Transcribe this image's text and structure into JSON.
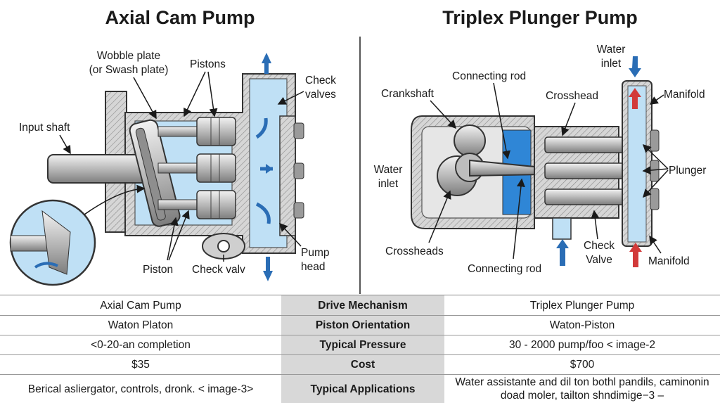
{
  "titles": {
    "left": "Axial Cam Pump",
    "right": "Triplex Plunger Pump"
  },
  "axial_labels": {
    "wobble_plate": [
      "Wobble plate",
      "(or Swash plate)"
    ],
    "pistons": "Pistons",
    "check_valves": [
      "Check",
      "valves"
    ],
    "input_shaft": "Input shaft",
    "piston": "Piston",
    "check_valv": "Check valv",
    "pump_head": [
      "Pump",
      "head"
    ]
  },
  "triplex_labels": {
    "water_inlet_top": [
      "Water",
      "inlet"
    ],
    "connecting_rod_top": "Connecting rod",
    "crankshaft": "Crankshaft",
    "crosshead": "Crosshead",
    "manifold_top": "Manifold",
    "water_inlet_left": [
      "Water",
      "inlet"
    ],
    "plunger": "Plunger",
    "crossheads": "Crossheads",
    "check_valve": [
      "Check",
      "Valve"
    ],
    "connecting_rod_bottom": "Connecting rod",
    "manifold_bottom": "Manifold"
  },
  "colors": {
    "fluid": "#bfe0f5",
    "arrow_blue": "#2a6db5",
    "arrow_red": "#d23a3a",
    "housing_gray": "#cfcfcf",
    "header_cell_gray": "#d8d8d8"
  },
  "table": {
    "rows": [
      {
        "left": "Axial Cam Pump",
        "mid": "Drive Mechanism",
        "right": "Triplex Plunger Pump"
      },
      {
        "left": "Waton Platon",
        "mid": "Piston Orientation",
        "right": "Waton-Piston"
      },
      {
        "left": "<0-20-an completion",
        "mid": "Typical Pressure",
        "right": "30 - 2000 pump/foo < image-2"
      },
      {
        "left": "$35",
        "mid": "Cost",
        "right": "$700"
      },
      {
        "left": "Berical asliergator, controls, dronk. < image-3>",
        "mid": "Typical Applications",
        "right": "Water assistante and dil ton bothl pandils, caminonin doad moler, tailton shndimige−3 –"
      }
    ]
  }
}
